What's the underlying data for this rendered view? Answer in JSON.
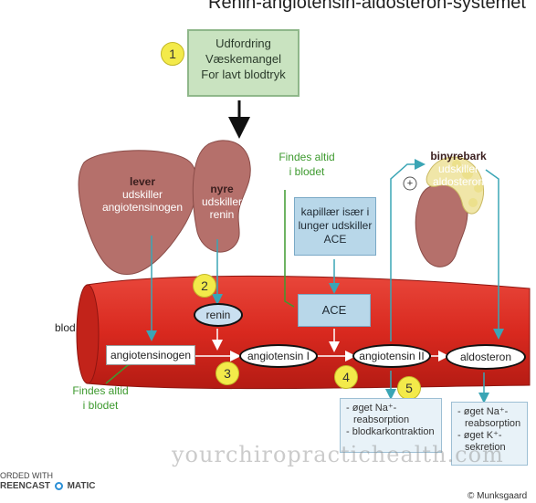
{
  "title": "Renin-angiotensin-aldosteron-systemet",
  "challenge": {
    "heading": "Udfordring",
    "line1": "Væskemangel",
    "line2": "For lavt blodtryk"
  },
  "steps": [
    "1",
    "2",
    "3",
    "4",
    "5"
  ],
  "liver": {
    "name": "lever",
    "line1": "udskiller",
    "line2": "angiotensinogen"
  },
  "kidney": {
    "name": "nyre",
    "line1": "udskiller",
    "line2": "renin"
  },
  "adrenal": {
    "name": "binyrebark",
    "line1": "udskiller",
    "line2": "aldosteron"
  },
  "always_in_blood_top": {
    "line1": "Findes altid",
    "line2": "i blodet"
  },
  "always_in_blood_bottom": {
    "line1": "Findes altid",
    "line2": "i blodet"
  },
  "capillary": {
    "line1": "kapillær især i",
    "line2": "lunger udskiller",
    "line3": "ACE"
  },
  "blood_label": "blod",
  "labels": {
    "renin": "renin",
    "ace": "ACE",
    "angiotensinogen": "angiotensinogen",
    "angiotensin1": "angiotensin I",
    "angiotensin2": "angiotensin II",
    "aldosterone": "aldosteron"
  },
  "plus_sign": "+",
  "effect_left": {
    "line1": "- øget Na⁺-",
    "line2": "  reabsorption",
    "line3": "- blodkarkontraktion"
  },
  "effect_right": {
    "line1": "- øget Na⁺-",
    "line2": "  reabsorption",
    "line3": "- øget K⁺-",
    "line4": "  sekretion"
  },
  "watermark": "yourchiropractichealth.com",
  "screencast_brand": {
    "line1": "ORDED WITH",
    "line2": "REENCAST",
    "line3": "MATIC"
  },
  "copyright": "© Munksgaard",
  "colors": {
    "artery": "#d9291f",
    "organ": "#b5706b",
    "ace_box": "#b8d7e9",
    "arrow": "#3aa5b5",
    "challenge_box": "#c9e3c0",
    "number_badge": "#f3ea4a"
  }
}
